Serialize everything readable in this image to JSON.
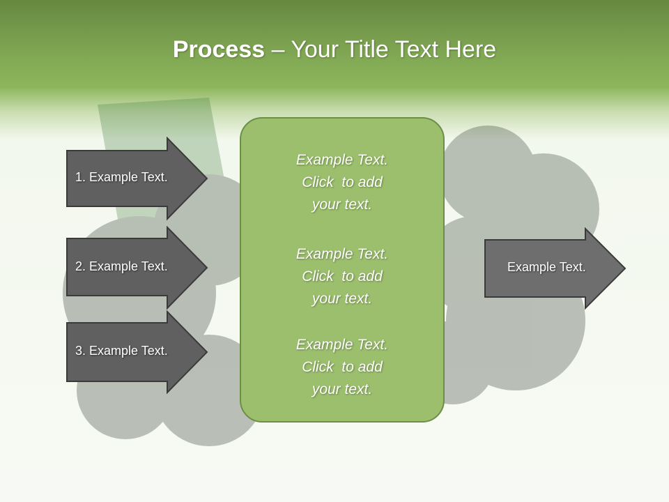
{
  "title": {
    "bold": "Process",
    "rest": " – Your Title Text Here"
  },
  "left_arrows": [
    {
      "label": "1. Example Text."
    },
    {
      "label": "2. Example Text."
    },
    {
      "label": "3. Example Text."
    }
  ],
  "center_box": {
    "blocks": [
      {
        "line1": "Example Text.",
        "line2": "Click  to add",
        "line3": "your text."
      },
      {
        "line1": "Example Text.",
        "line2": "Click  to add",
        "line3": "your text."
      },
      {
        "line1": "Example Text.",
        "line2": "Click  to add",
        "line3": "your text."
      }
    ]
  },
  "right_arrow": {
    "label": "Example Text."
  },
  "colors": {
    "header_green": "#7ea452",
    "box_green": "#9bbf6c",
    "arrow_dark": "#606060",
    "arrow_light": "#6e6e6e"
  }
}
